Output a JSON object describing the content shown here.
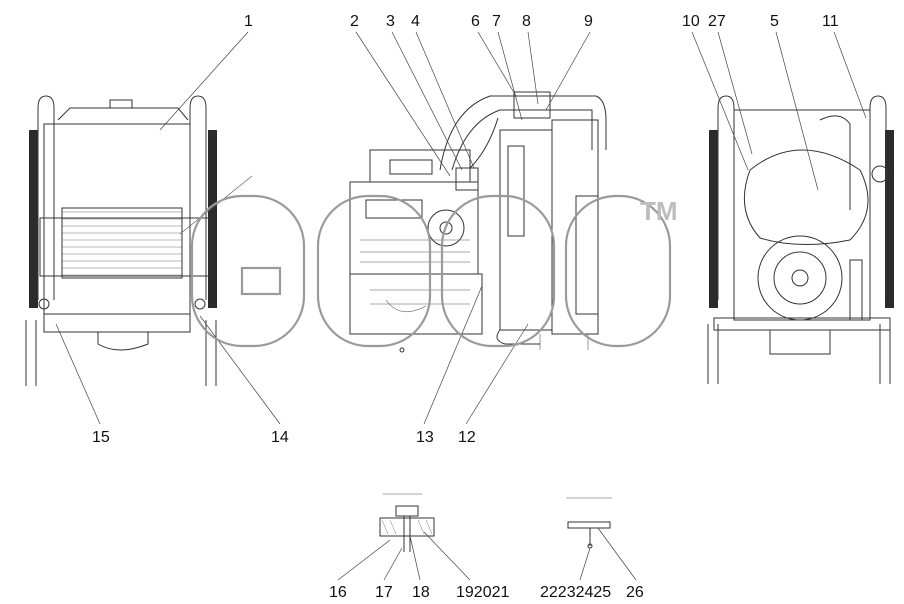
{
  "labels": [
    {
      "id": "1",
      "text": "1"
    },
    {
      "id": "2",
      "text": "2"
    },
    {
      "id": "3",
      "text": "3"
    },
    {
      "id": "4",
      "text": "4"
    },
    {
      "id": "6",
      "text": "6"
    },
    {
      "id": "7",
      "text": "7"
    },
    {
      "id": "8",
      "text": "8"
    },
    {
      "id": "9",
      "text": "9"
    },
    {
      "id": "10",
      "text": "10"
    },
    {
      "id": "27",
      "text": "27"
    },
    {
      "id": "5",
      "text": "5"
    },
    {
      "id": "11",
      "text": "11"
    },
    {
      "id": "15",
      "text": "15"
    },
    {
      "id": "14",
      "text": "14"
    },
    {
      "id": "13",
      "text": "13"
    },
    {
      "id": "12",
      "text": "12"
    },
    {
      "id": "16",
      "text": "16"
    },
    {
      "id": "17",
      "text": "17"
    },
    {
      "id": "18",
      "text": "18"
    },
    {
      "id": "19_20_21",
      "text": "192021"
    },
    {
      "id": "22_23_24_25",
      "text": "22232425"
    },
    {
      "id": "26",
      "text": "26"
    }
  ],
  "watermark": {
    "trademark": "TM"
  }
}
